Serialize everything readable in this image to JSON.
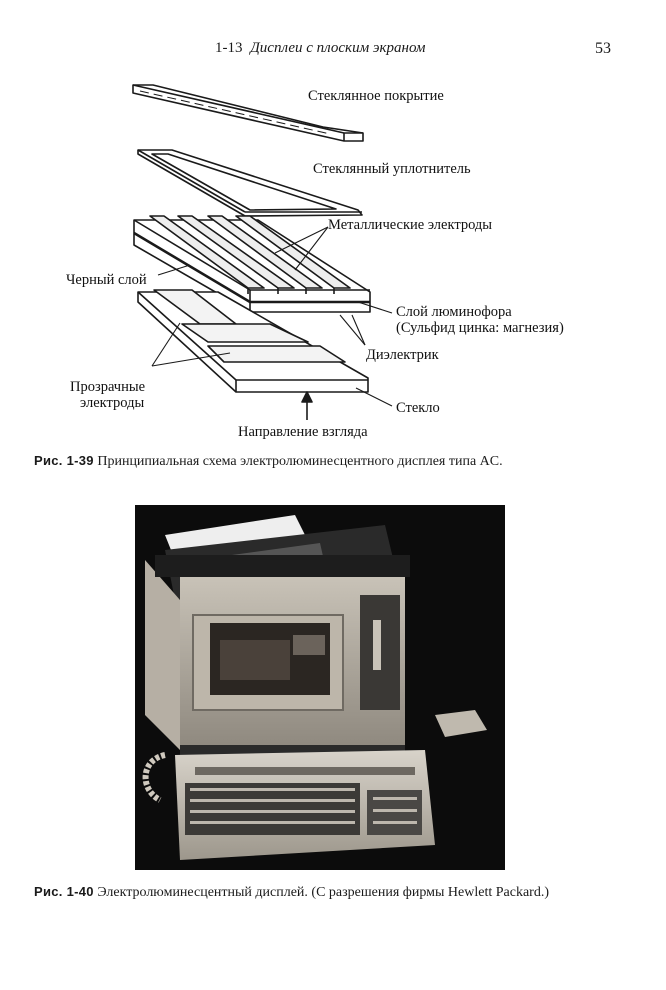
{
  "header": {
    "section": "1-13",
    "title": "Дисплеи с плоским экраном",
    "page_number": "53"
  },
  "figure1": {
    "labels": {
      "glass_cover": "Стеклянное покрытие",
      "glass_seal": "Стеклянный уплотнитель",
      "metal_electrodes": "Металлические электроды",
      "black_layer": "Черный слой",
      "phosphor_1": "Слой люминофора",
      "phosphor_2": "(Сульфид цинка: магнезия)",
      "dielectric": "Диэлектрик",
      "transparent_1": "Прозрачные",
      "transparent_2": "электроды",
      "glass": "Стекло",
      "view_direction": "Направление взгляда"
    },
    "caption_number": "Рис. 1-39",
    "caption_text": "Принципиальная схема электролюминесцентного дисплея типа AC."
  },
  "figure2": {
    "caption_number": "Рис. 1-40",
    "caption_text": "Электролюминесцентный дисплей. (С разрешения фирмы Hewlett Packard.)"
  }
}
